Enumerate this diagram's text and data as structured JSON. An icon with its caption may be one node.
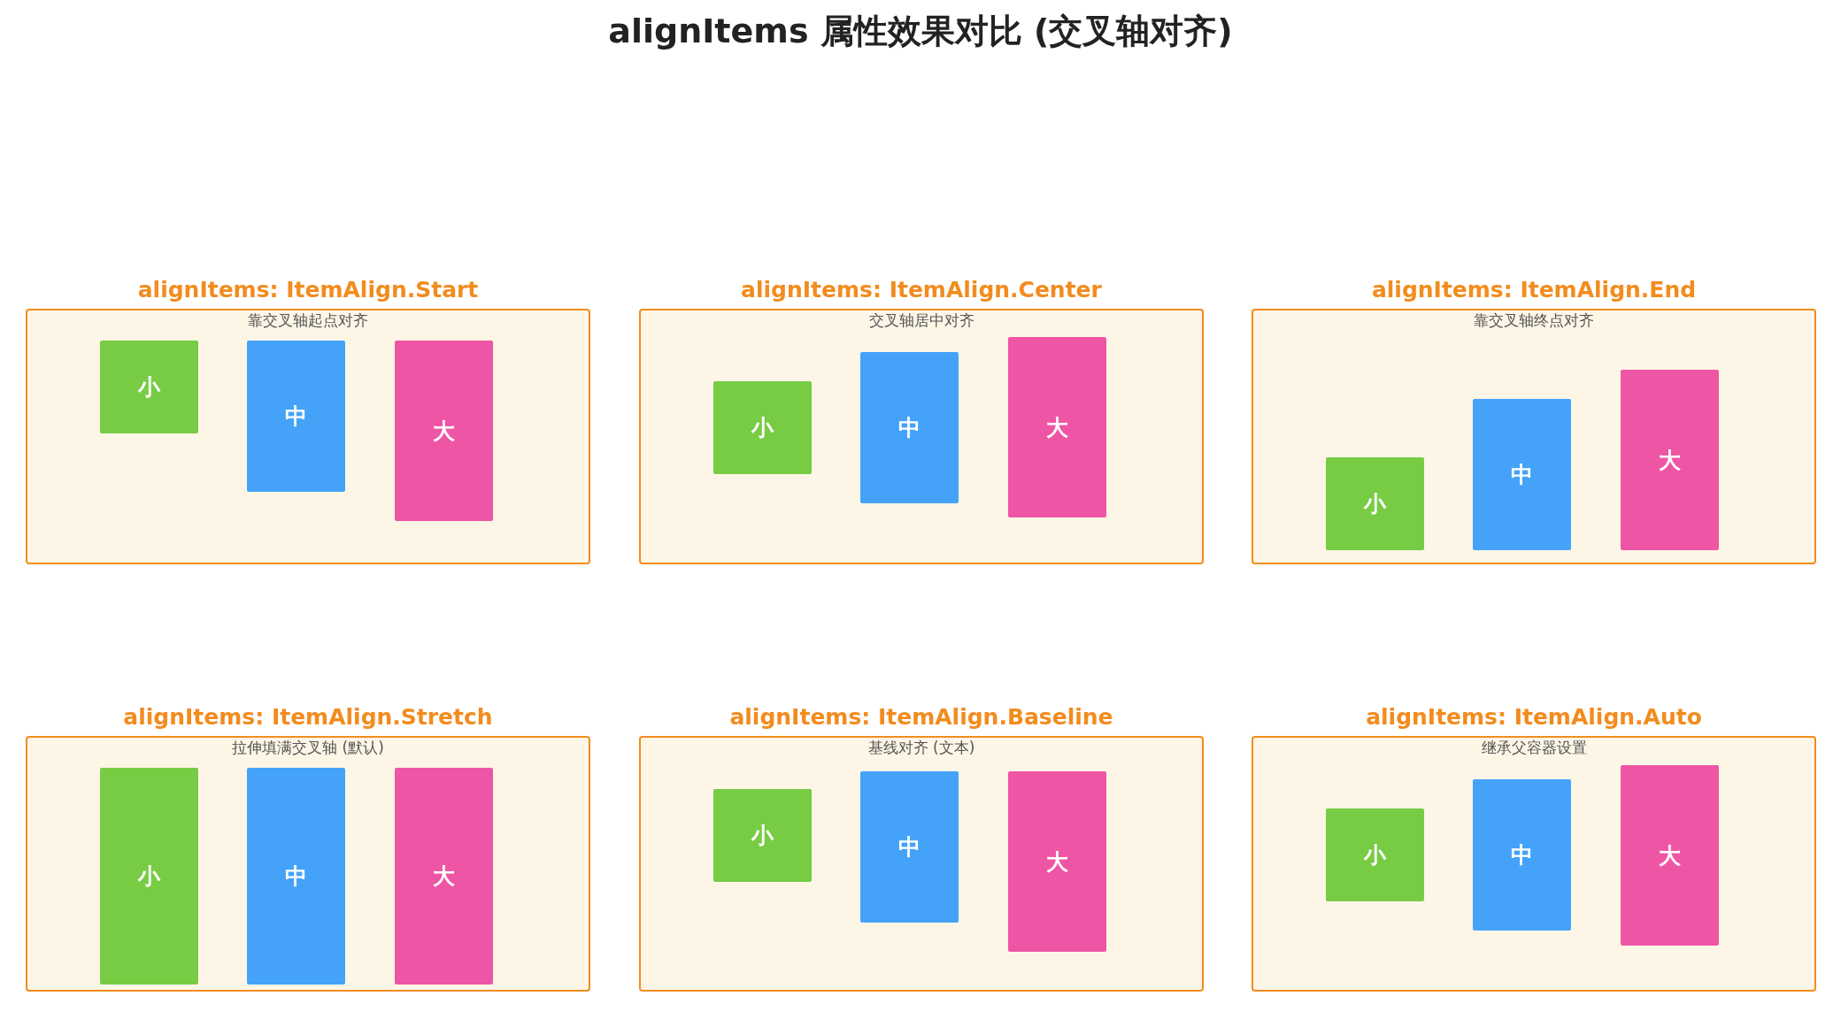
{
  "diagram": {
    "title": "alignItems 属性效果对比 (交叉轴对齐)",
    "nodes": [
      {
        "text": [
          "alignItems: ItemAlign.Start",
          "靠交叉轴起点对齐"
        ]
      },
      {
        "text": [
          "小"
        ],
        "in": 0
      },
      {
        "text": [
          "中"
        ],
        "in": 0
      },
      {
        "text": [
          "大"
        ],
        "in": 0
      },
      {
        "text": [
          "alignItems: ItemAlign.Center",
          "交叉轴居中对齐"
        ]
      },
      {
        "text": [
          "小"
        ],
        "in": 4
      },
      {
        "text": [
          "中"
        ],
        "in": 4
      },
      {
        "text": [
          "大"
        ],
        "in": 4
      },
      {
        "text": [
          "alignItems: ItemAlign.End",
          "靠交叉轴终点对齐"
        ]
      },
      {
        "text": [
          "小"
        ],
        "in": 8
      },
      {
        "text": [
          "中"
        ],
        "in": 8
      },
      {
        "text": [
          "大"
        ],
        "in": 8
      },
      {
        "text": [
          "alignItems: ItemAlign.Stretch",
          "拉伸填满交叉轴 (默认)"
        ]
      },
      {
        "text": [
          "小"
        ],
        "in": 12
      },
      {
        "text": [
          "中"
        ],
        "in": 12
      },
      {
        "text": [
          "大"
        ],
        "in": 12
      },
      {
        "text": [
          "alignItems: ItemAlign.Baseline",
          "基线对齐 (文本)"
        ]
      },
      {
        "text": [
          "小"
        ],
        "in": 16
      },
      {
        "text": [
          "中"
        ],
        "in": 16
      },
      {
        "text": [
          "大"
        ],
        "in": 16
      },
      {
        "text": [
          "alignItems: ItemAlign.Auto",
          "继承父容器设置"
        ]
      },
      {
        "text": [
          "小"
        ],
        "in": 20
      },
      {
        "text": [
          "中"
        ],
        "in": 20
      },
      {
        "text": [
          "大"
        ],
        "in": 20
      }
    ]
  }
}
